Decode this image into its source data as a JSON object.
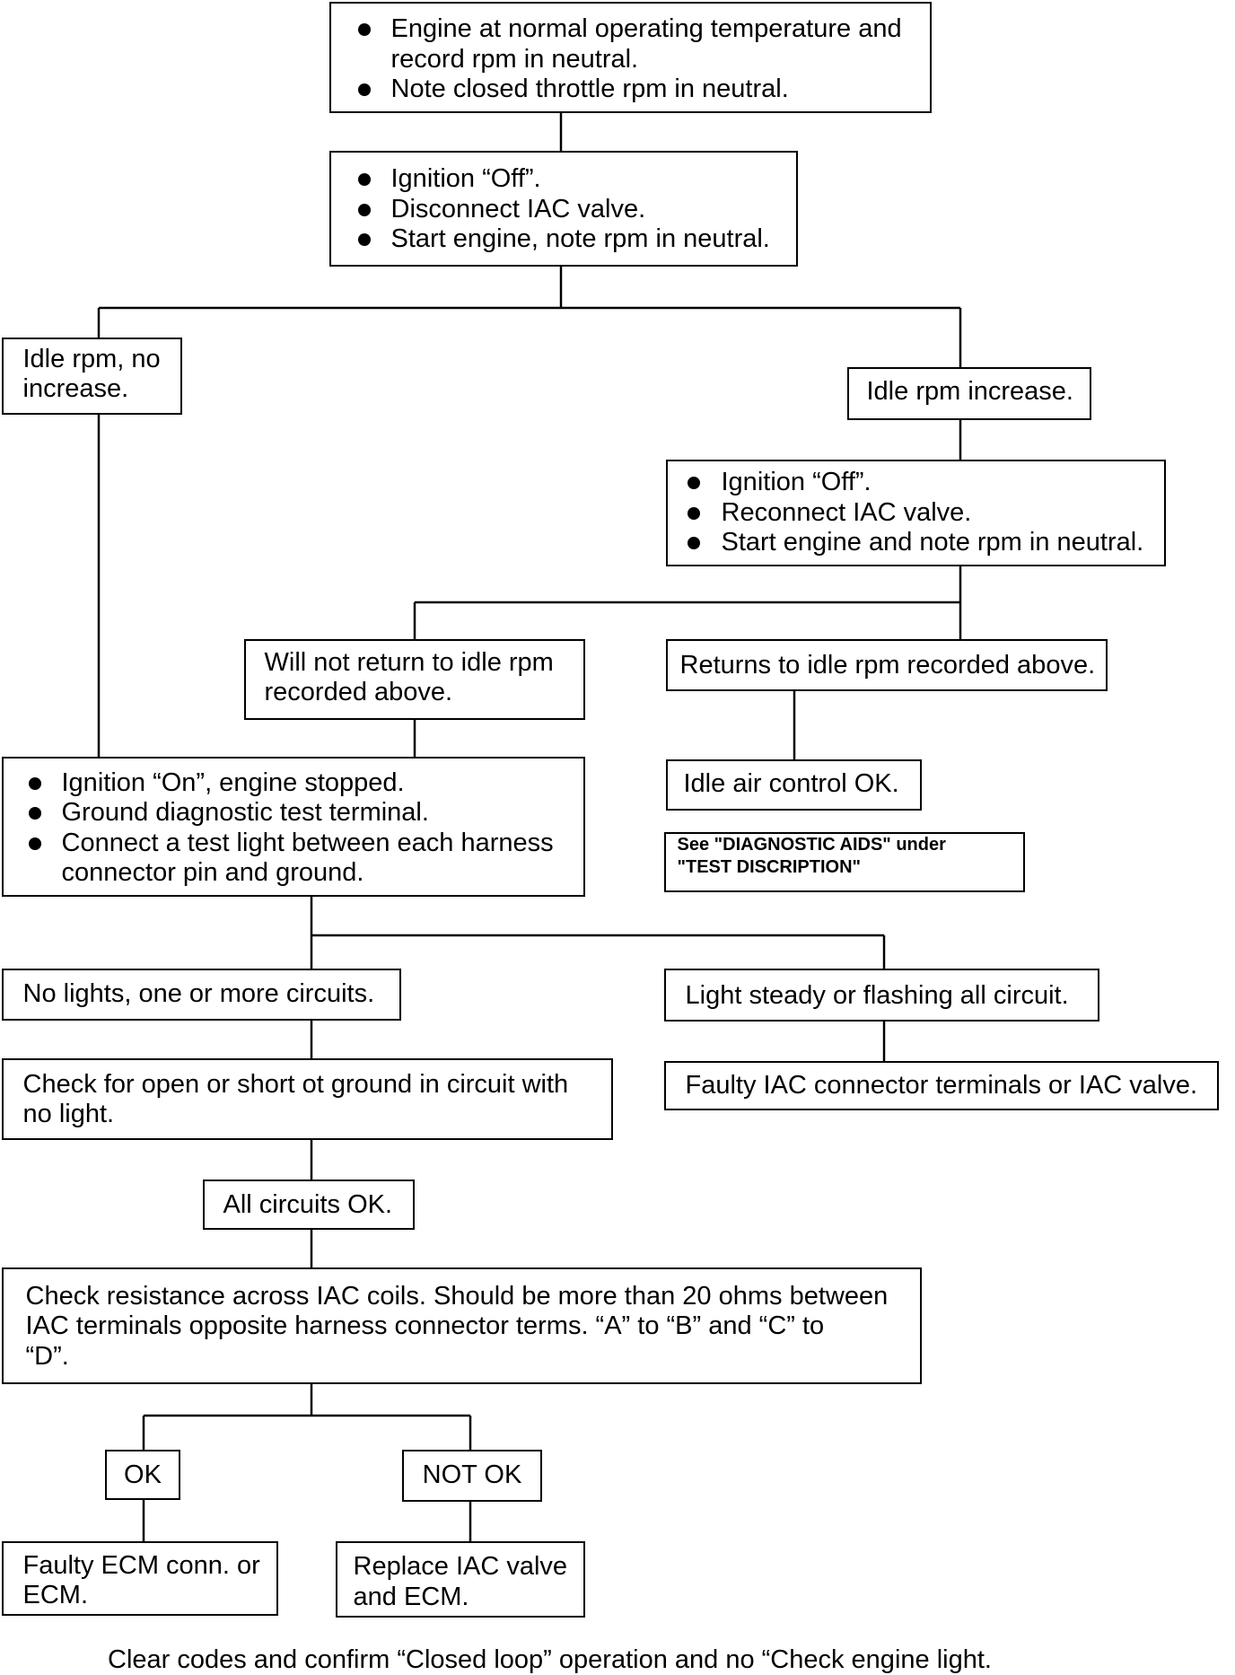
{
  "flowchart": {
    "steps": {
      "engine_check": {
        "bullets": [
          "Engine at normal operating temperature and\nrecord rpm in neutral.",
          "Note closed throttle rpm in neutral."
        ]
      },
      "disconnect_iac": {
        "bullets": [
          "Ignition “Off”.",
          "Disconnect IAC valve.",
          "Start engine, note rpm in neutral."
        ]
      },
      "idle_no_increase": {
        "text": "Idle rpm, no\nincrease."
      },
      "idle_increase": {
        "text": "Idle rpm increase."
      },
      "reconnect_iac": {
        "bullets": [
          "Ignition “Off”.",
          "Reconnect IAC valve.",
          "Start engine and note rpm in neutral."
        ]
      },
      "not_return": {
        "text": "Will not return to idle rpm\nrecorded above."
      },
      "returns_to_idle": {
        "text": "Returns to idle rpm recorded above."
      },
      "test_light": {
        "bullets": [
          "Ignition “On”, engine stopped.",
          "Ground diagnostic test terminal.",
          "Connect a test light between each harness\nconnector pin and ground."
        ]
      },
      "iac_ok": {
        "text": "Idle air control OK."
      },
      "diagnostic_note": {
        "text": "See \"DIAGNOSTIC AIDS\" under\n\"TEST DISCRIPTION\""
      },
      "no_lights": {
        "text": "No lights, one or more circuits."
      },
      "light_steady": {
        "text": "Light steady or flashing all circuit."
      },
      "check_open_short": {
        "text": "Check for open or short ot ground in circuit with\nno light."
      },
      "faulty_iac": {
        "text": "Faulty IAC connector terminals or IAC valve."
      },
      "all_circuits_ok": {
        "text": "All circuits OK."
      },
      "check_resistance": {
        "text": "Check resistance across IAC coils. Should be more than 20 ohms between\nIAC terminals opposite harness connector terms. “A” to “B” and “C” to\n“D”."
      },
      "ok": {
        "text": "OK"
      },
      "not_ok": {
        "text": "NOT OK"
      },
      "faulty_ecm": {
        "text": "Faulty ECM conn. or\nECM."
      },
      "replace_iac": {
        "text": "Replace IAC valve\nand ECM."
      }
    },
    "footer": "Clear codes and confirm “Closed loop” operation and no “Check engine light."
  }
}
